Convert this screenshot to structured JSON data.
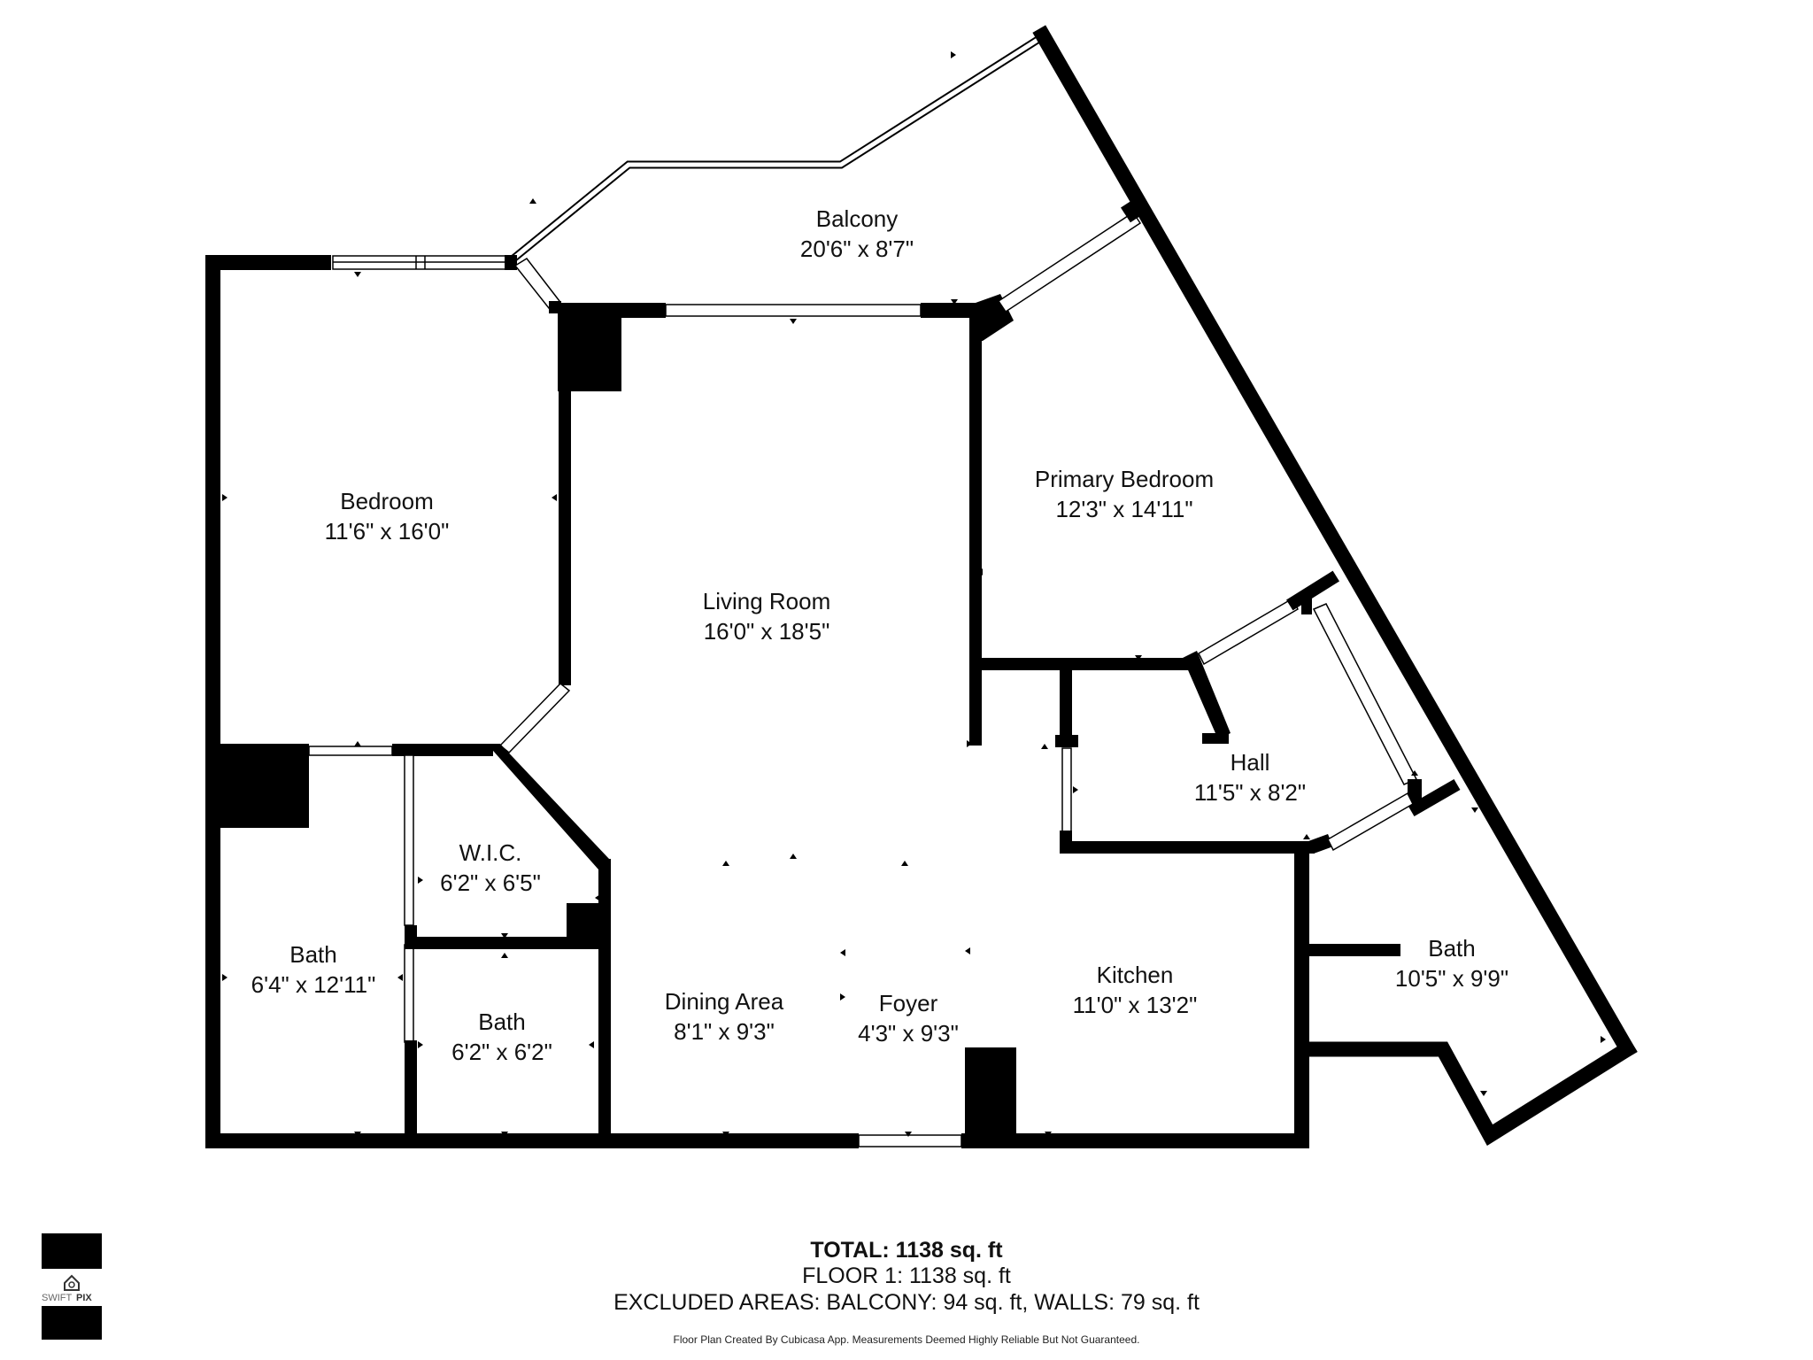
{
  "rooms": {
    "balcony": {
      "name": "Balcony",
      "dims": "20'6\" x 8'7\""
    },
    "bedroom": {
      "name": "Bedroom",
      "dims": "11'6\" x 16'0\""
    },
    "living_room": {
      "name": "Living Room",
      "dims": "16'0\" x 18'5\""
    },
    "primary_bedroom": {
      "name": "Primary Bedroom",
      "dims": "12'3\" x 14'11\""
    },
    "hall": {
      "name": "Hall",
      "dims": "11'5\" x 8'2\""
    },
    "wic": {
      "name": "W.I.C.",
      "dims": "6'2\" x 6'5\""
    },
    "bath_left": {
      "name": "Bath",
      "dims": "6'4\" x 12'11\""
    },
    "bath_middle": {
      "name": "Bath",
      "dims": "6'2\" x 6'2\""
    },
    "dining_area": {
      "name": "Dining Area",
      "dims": "8'1\" x 9'3\""
    },
    "foyer": {
      "name": "Foyer",
      "dims": "4'3\" x 9'3\""
    },
    "kitchen": {
      "name": "Kitchen",
      "dims": "11'0\" x 13'2\""
    },
    "bath_right": {
      "name": "Bath",
      "dims": "10'5\" x 9'9\""
    }
  },
  "summary": {
    "total": "TOTAL: 1138 sq. ft",
    "floor1": "FLOOR 1: 1138 sq. ft",
    "excluded": "EXCLUDED AREAS: BALCONY: 94 sq. ft, WALLS: 79 sq. ft",
    "disclaimer": "Floor Plan Created By Cubicasa App. Measurements Deemed Highly Reliable But Not Guaranteed."
  },
  "logo": {
    "text_light": "SWIFT",
    "text_bold": "PIX",
    "icon": "house-icon"
  }
}
